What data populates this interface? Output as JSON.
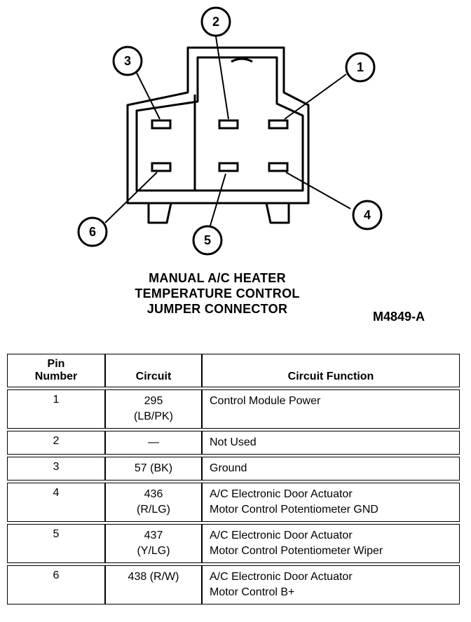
{
  "diagram": {
    "callouts": [
      "1",
      "2",
      "3",
      "4",
      "5",
      "6"
    ],
    "caption": [
      "MANUAL A/C HEATER",
      "TEMPERATURE CONTROL",
      "JUMPER CONNECTOR"
    ],
    "figure_id": "M4849-A"
  },
  "table": {
    "headers": {
      "pin": [
        "Pin",
        "Number"
      ],
      "circuit": "Circuit",
      "function": "Circuit Function"
    },
    "rows": [
      {
        "pin": "1",
        "circuit": [
          "295",
          "(LB/PK)"
        ],
        "function": [
          "Control Module Power",
          ""
        ]
      },
      {
        "pin": "2",
        "circuit": [
          "—",
          ""
        ],
        "function": [
          "Not Used",
          ""
        ]
      },
      {
        "pin": "3",
        "circuit": [
          "57 (BK)",
          ""
        ],
        "function": [
          "Ground",
          ""
        ]
      },
      {
        "pin": "4",
        "circuit": [
          "436",
          "(R/LG)"
        ],
        "function": [
          "A/C Electronic Door Actuator",
          "Motor Control Potentiometer GND"
        ]
      },
      {
        "pin": "5",
        "circuit": [
          "437",
          "(Y/LG)"
        ],
        "function": [
          "A/C Electronic Door Actuator",
          "Motor Control Potentiometer Wiper"
        ]
      },
      {
        "pin": "6",
        "circuit": [
          "438 (R/W)",
          ""
        ],
        "function": [
          "A/C Electronic Door Actuator",
          "Motor Control B+"
        ]
      }
    ]
  }
}
